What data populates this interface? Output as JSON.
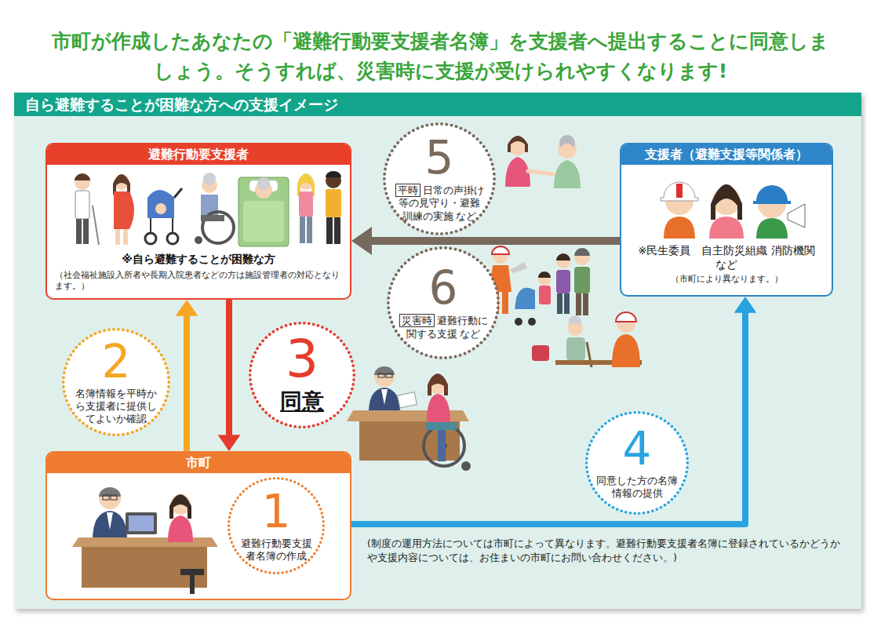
{
  "diagram": {
    "title": "市町が作成したあなたの「避難行動要支援者名簿」を支援者へ提出することに同意しましょう。そうすれば、災害時に支援が受けられやすくなります!",
    "nodes": [
      {
        "text": [
          "自ら避難することが困難な方への支援イメージ"
        ]
      },
      {
        "text": [
          "避難行動要支援者",
          "※自ら避難することが困難な方",
          "（社会福祉施設入所者や長期入院患者などの方は施設管理者の対応となります。）"
        ],
        "in": 0
      },
      {
        "text": [
          "支援者（避難支援等関係者）",
          "※民生委員　自主防災組織 消防機関 など",
          "（市町により異なります。）"
        ],
        "in": 0
      },
      {
        "text": [
          "市町"
        ],
        "in": 0
      },
      {
        "text": [
          "1",
          "避難行動要支援者名簿の作成"
        ],
        "in": 3
      },
      {
        "text": [
          "2",
          "名簿情報を平時から支援者に提供してよいか確認"
        ],
        "in": 0
      },
      {
        "text": [
          "3",
          "同意"
        ],
        "in": 0
      },
      {
        "text": [
          "4",
          "同意した方の名簿情報の提供"
        ],
        "in": 0
      },
      {
        "text": [
          "5",
          "平時",
          "日常の声掛け等の見守り・避難訓練の実施 など"
        ],
        "in": 0
      },
      {
        "text": [
          "6",
          "災害時",
          "避難行動に関する支援 など"
        ],
        "in": 0
      }
    ],
    "edges": [
      {
        "from": 3,
        "to": 1,
        "arrow": "to"
      },
      {
        "from": 1,
        "to": 3,
        "arrow": "to"
      },
      {
        "from": 3,
        "to": 2,
        "arrow": "to"
      },
      {
        "from": 2,
        "to": 1,
        "arrow": "to"
      }
    ],
    "labels": [
      "(制度の運用方法については市町によって異なります。避難行動要支援者名簿に登録されているかどうかや支援内容については、お住まいの市町にお問い合わせください。)"
    ]
  }
}
